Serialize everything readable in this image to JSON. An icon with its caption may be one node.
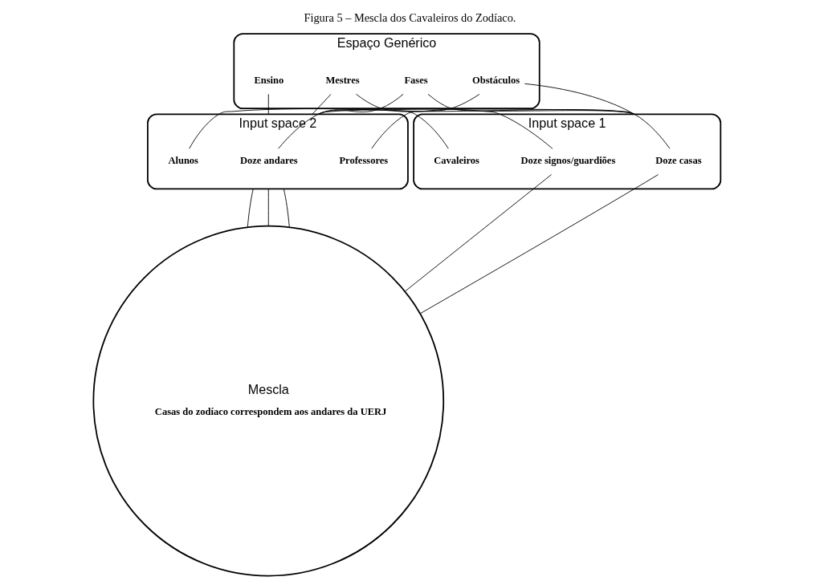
{
  "diagram": {
    "title": "Figura 5 – Mescla dos Cavaleiros do Zodíaco.",
    "nodes": [
      {
        "text": [
          "Espaço Genérico"
        ]
      },
      {
        "text": [
          "Ensino"
        ],
        "in": 0
      },
      {
        "text": [
          "Obstáculos"
        ],
        "in": 0
      },
      {
        "text": [
          "Fases"
        ],
        "in": 0
      },
      {
        "text": [
          "Mestres"
        ],
        "in": 0
      },
      {
        "text": [
          "Input space 1"
        ]
      },
      {
        "text": [
          "Doze casas"
        ],
        "in": 5
      },
      {
        "text": [
          "Doze signos/guardiões"
        ],
        "in": 5
      },
      {
        "text": [
          "Cavaleiros"
        ],
        "in": 5
      },
      {
        "text": [
          "Input space 2"
        ]
      },
      {
        "text": [
          "Doze andares"
        ],
        "in": 9
      },
      {
        "text": [
          "Professores"
        ],
        "in": 9
      },
      {
        "text": [
          "Alunos"
        ],
        "in": 9
      },
      {
        "text": [
          "Mescla",
          "Casas do zodíaco correspondem aos andares da UERJ"
        ]
      }
    ],
    "edges": [
      {
        "from": 2,
        "to": 5,
        "arrow": "none"
      },
      {
        "from": 3,
        "to": 5,
        "arrow": "none"
      },
      {
        "from": 4,
        "to": 5,
        "arrow": "none"
      },
      {
        "from": 1,
        "to": 9,
        "arrow": "none"
      },
      {
        "from": 2,
        "to": 9,
        "arrow": "none"
      },
      {
        "from": 3,
        "to": 9,
        "arrow": "none"
      },
      {
        "from": 4,
        "to": 9,
        "arrow": "none"
      },
      {
        "from": 6,
        "to": 10,
        "arrow": "none"
      },
      {
        "from": 7,
        "to": 11,
        "arrow": "none"
      },
      {
        "from": 8,
        "to": 12,
        "arrow": "none"
      },
      {
        "from": 6,
        "to": 13,
        "arrow": "none"
      },
      {
        "from": 7,
        "to": 13,
        "arrow": "none"
      },
      {
        "from": 9,
        "to": 13,
        "arrow": "none"
      },
      {
        "from": 9,
        "to": 13,
        "arrow": "none"
      },
      {
        "from": 9,
        "to": 13,
        "arrow": "none"
      }
    ]
  }
}
